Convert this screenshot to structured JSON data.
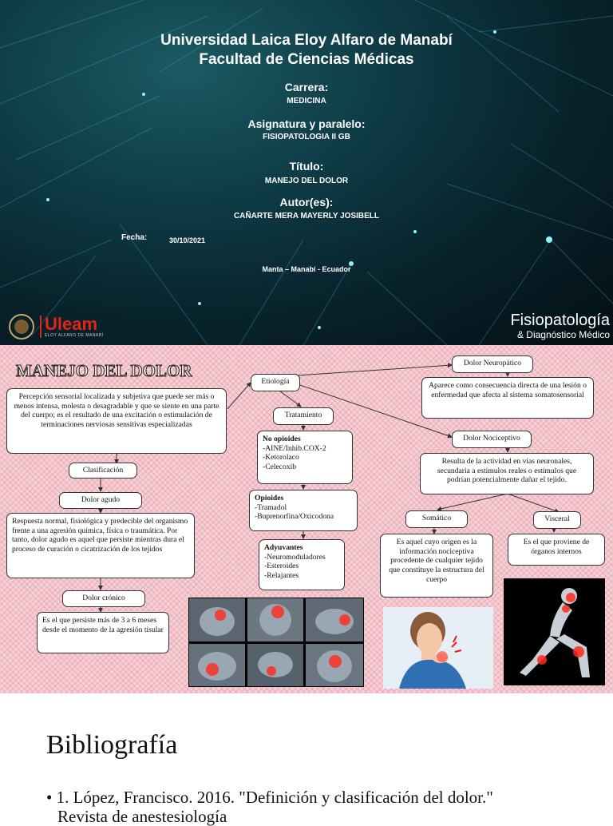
{
  "cover": {
    "university": "Universidad Laica Eloy Alfaro de Manabí",
    "faculty": "Facultad de Ciencias Médicas",
    "career_label": "Carrera:",
    "career_value": "MEDICINA",
    "subject_label": "Asignatura y paralelo:",
    "subject_value": "FISIOPATOLOGIA II GB",
    "title_label": "Título:",
    "title_value": "MANEJO DEL DOLOR",
    "author_label": "Autor(es):",
    "author_value": "CAÑARTE MERA MAYERLY JOSIBELL",
    "date_label": "Fecha:",
    "date_value": "30/10/2021",
    "place": "Manta – Manabí - Ecuador",
    "logo_text": "Uleam",
    "logo_sub": "ELOY ALFARO DE MANABÍ",
    "brand_title": "Fisiopatología",
    "brand_sub": "& Diagnóstico Médico"
  },
  "map": {
    "title": "MANEJO DEL DOLOR",
    "definition": "Percepción sensorial localizada y subjetiva que puede ser más o menos intensa, molesta o desagradable y que se siente en una parte del cuerpo; es el resultado de una excitación o estimulación de terminaciones nerviosas sensitivas especializadas",
    "clasificacion": "Clasificación",
    "dolor_agudo": "Dolor agudo",
    "agudo_text": "Respuesta normal, fisiológica y predecible del organismo frente a una agresión química, física o traumática. Por tanto, dolor agudo es aquel que persiste mientras dura el proceso de curación o cicatrización de los tejidos",
    "dolor_cronico": "Dolor crónico",
    "cronico_text": "Es el que persiste más de 3 a 6 meses desde el momento de la agresión tisular",
    "etiologia": "Etiología",
    "tratamiento": "Tratamiento",
    "no_opioides_title": "No opioides",
    "no_opioides_items": [
      "-AINE/Inhib.COX-2",
      "-Ketorolaco",
      "-Celecoxib"
    ],
    "opioides_title": "Opioides",
    "opioides_items": [
      "-Tramadol",
      "-Buprenorfina/Oxicodona"
    ],
    "adyuvantes_title": "Adyuvantes",
    "adyuvantes_items": [
      "-Neuromoduladores",
      "-Esteroides",
      "-Relajantes"
    ],
    "neuropatico": "Dolor Neuropático",
    "neuropatico_text": "Aparece como consecuencia directa de una lesión o enfermedad que afecta al sistema somatosensorial",
    "nociceptivo": "Dolor Nociceptivo",
    "nociceptivo_text": "Resulta de la actividad en vías neuronales, secundaria a estímulos reales o estímulos que podrían potencialmente dañar el tejido.",
    "somatico": "Somático",
    "somatico_text": "Es aquel cuyo origen es la información nociceptiva procedente de cualquier tejido que constituye la estructura del cuerpo",
    "visceral": "Visceral",
    "visceral_text": "Es el que proviene de órganos internos"
  },
  "bibliography": {
    "heading": "Bibliografía",
    "item1": "• 1. López, Francisco. 2016. \"Definición y clasificación del dolor.\"",
    "item1b": "Revista de anestesiología"
  },
  "colors": {
    "map_bg": "#f6cfd5",
    "accent_red": "#e2231a",
    "cover_bg": "#0e3a44"
  }
}
